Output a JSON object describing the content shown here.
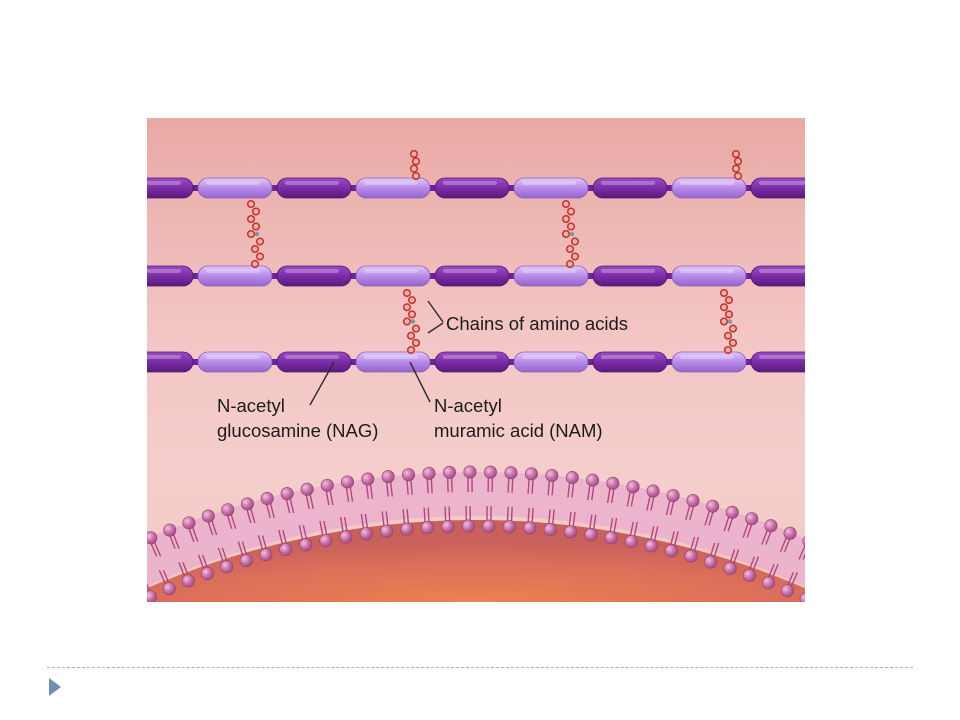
{
  "diagram": {
    "labels": {
      "chains": "Chains of amino acids",
      "nag_line1": "N-acetyl",
      "nag_line2": "glucosamine (NAG)",
      "nam_line1": "N-acetyl",
      "nam_line2": "muramic acid (NAM)"
    },
    "colors": {
      "nag": "#7b2ca6",
      "nam": "#b88ae8",
      "amino_acid": "#c8302c",
      "background_top": "#e9a9a4",
      "phospholipid_head": "#c56aa3"
    }
  },
  "slide": {
    "bullet_icon": "triangle-bullet-icon"
  }
}
